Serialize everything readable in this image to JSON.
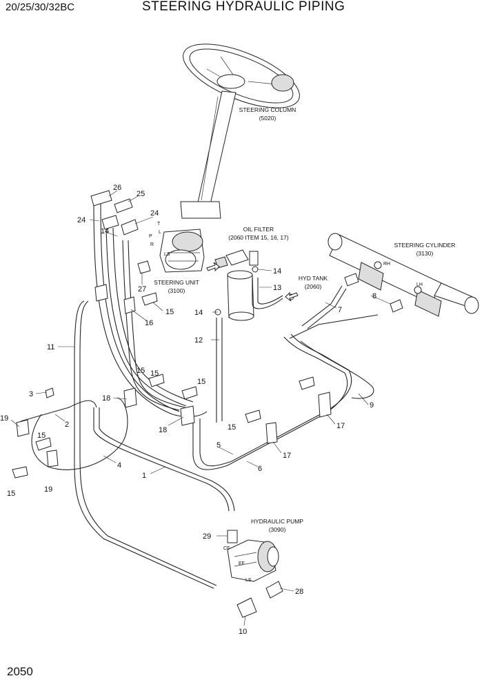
{
  "header": {
    "model": "20/25/30/32BC",
    "title": "STEERING HYDRAULIC PIPING"
  },
  "page_number": "2050",
  "components": {
    "steering_column": {
      "name": "STEERING COLUMN",
      "code": "(5020)"
    },
    "oil_filter": {
      "name": "OIL FILTER",
      "code": "(2060 ITEM 15, 16, 17)"
    },
    "steering_cylinder": {
      "name": "STEERING CYLINDER",
      "code": "(3130)"
    },
    "steering_unit": {
      "name": "STEERING UNIT",
      "code": "(3100)"
    },
    "hyd_tank": {
      "name": "HYD TANK",
      "code": "(2060)"
    },
    "hydraulic_pump": {
      "name": "HYDRAULIC PUMP",
      "code": "(3090)"
    }
  },
  "ports": {
    "t": "T",
    "p": "P",
    "l": "L",
    "r": "R",
    "ls": "LS",
    "rh": "RH",
    "lh": "LH",
    "cf": "CF",
    "ef": "EF",
    "ls_pump": "LS"
  },
  "callouts": [
    "26",
    "25",
    "24",
    "24",
    "14",
    "27",
    "16",
    "15",
    "14",
    "13",
    "14",
    "12",
    "7",
    "8",
    "9",
    "11",
    "3",
    "19",
    "2",
    "15",
    "4",
    "15",
    "1",
    "15",
    "19",
    "18",
    "15",
    "15",
    "18",
    "17",
    "5",
    "6",
    "17",
    "15",
    "29",
    "28",
    "10"
  ]
}
